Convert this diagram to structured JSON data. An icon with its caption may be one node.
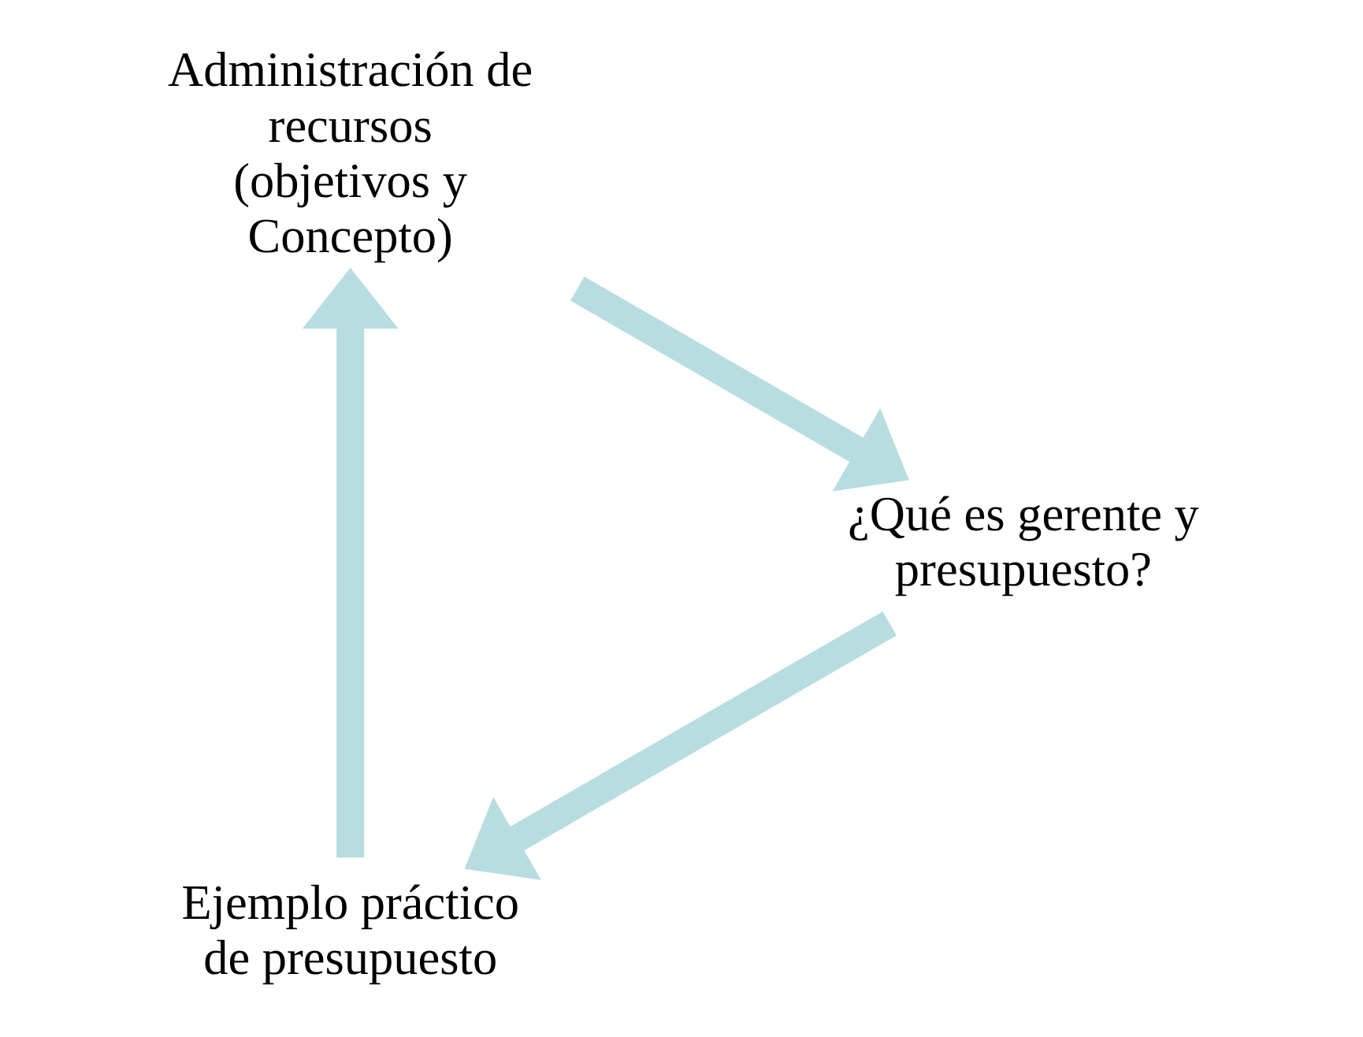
{
  "diagram": {
    "nodes": [
      {
        "text": [
          "Ejemplo práctico de presupuesto"
        ]
      },
      {
        "text": [
          "Administración de recursos (objetivos y Concepto)"
        ]
      },
      {
        "text": [
          "¿Qué es gerente y presupuesto?"
        ]
      }
    ],
    "edges": [
      {
        "from": 0,
        "to": 1,
        "arrow": "to"
      },
      {
        "from": 1,
        "to": 2,
        "arrow": "to"
      },
      {
        "from": 2,
        "to": 0,
        "arrow": "to"
      }
    ]
  }
}
